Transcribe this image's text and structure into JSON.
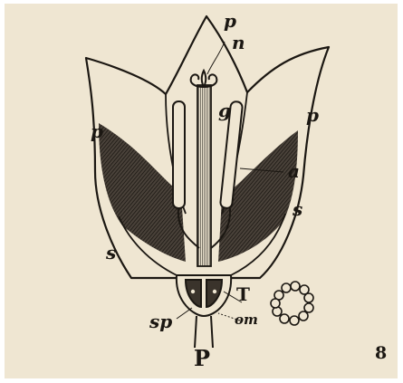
{
  "figure": {
    "plate_number": "8",
    "labels": {
      "p_top": "p",
      "n": "n",
      "g": "g",
      "p_left": "p",
      "p_right": "p",
      "a": "a",
      "s_left": "s",
      "s_right": "s",
      "T": "T",
      "sp": "sp",
      "om": "om",
      "P": "P"
    }
  },
  "colors": {
    "paper": "#efe6d2",
    "ink": "#1b1712"
  }
}
